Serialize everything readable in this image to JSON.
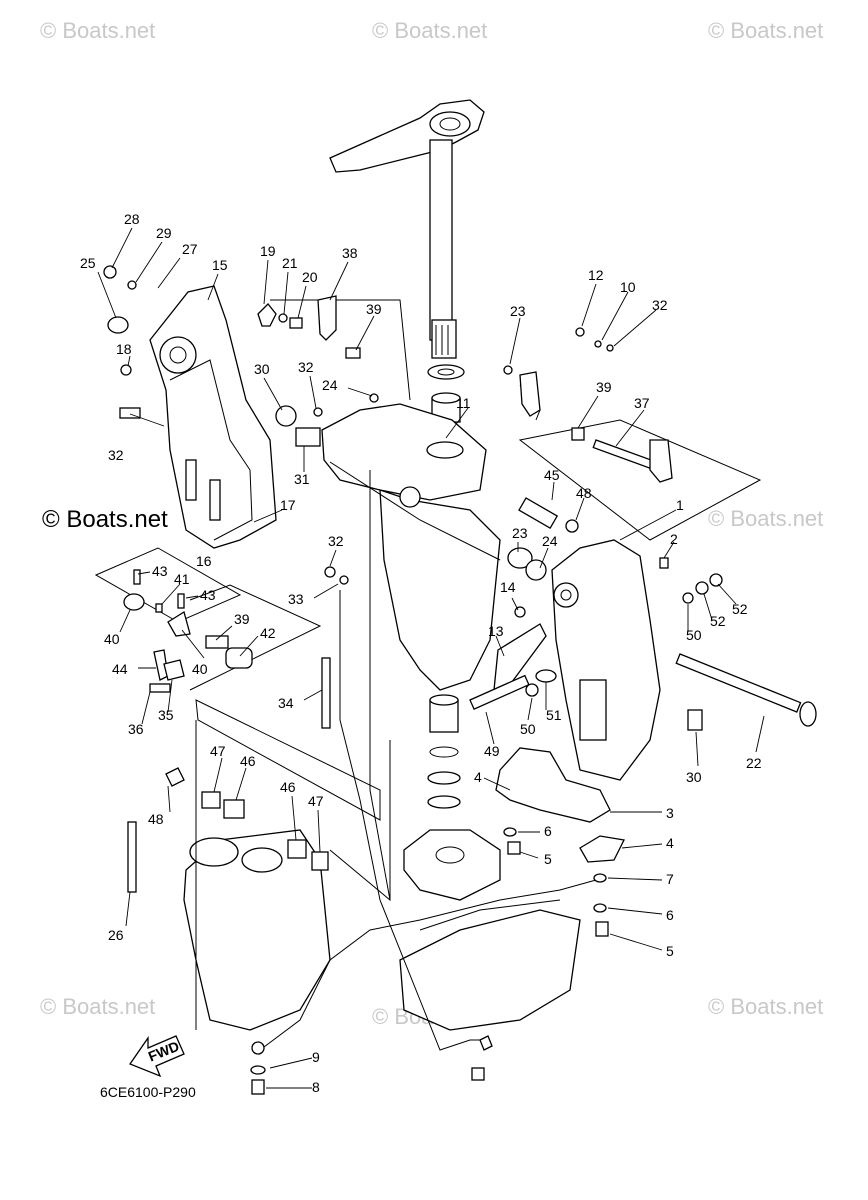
{
  "diagram_code": "6CE6100-P290",
  "fwd_label": "FWD",
  "watermarks": [
    {
      "text": "© Boats.net",
      "strong": false
    },
    {
      "text": "© Boats.net",
      "strong": false
    },
    {
      "text": "© Boats.net",
      "strong": false
    },
    {
      "text": "© Boats.net",
      "strong": true
    },
    {
      "text": "© Boats.net",
      "strong": false
    },
    {
      "text": "© Boats.net",
      "strong": false
    },
    {
      "text": "© Boats.net",
      "strong": false
    },
    {
      "text": "© Boats.net",
      "strong": false
    }
  ],
  "callouts": [
    "28",
    "29",
    "27",
    "25",
    "15",
    "19",
    "21",
    "20",
    "38",
    "18",
    "39",
    "32",
    "24",
    "30",
    "32",
    "23",
    "31",
    "11",
    "12",
    "10",
    "32",
    "39",
    "37",
    "17",
    "16",
    "45",
    "48",
    "1",
    "2",
    "23",
    "24",
    "32",
    "43",
    "41",
    "43",
    "33",
    "14",
    "52",
    "52",
    "50",
    "40",
    "39",
    "42",
    "40",
    "44",
    "36",
    "35",
    "13",
    "34",
    "50",
    "51",
    "49",
    "30",
    "22",
    "4",
    "3",
    "6",
    "5",
    "4",
    "47",
    "46",
    "48",
    "46",
    "47",
    "7",
    "6",
    "5",
    "26",
    "9",
    "8"
  ],
  "colors": {
    "line": "#000000",
    "background": "#ffffff",
    "watermark": "#c8c8c8"
  }
}
